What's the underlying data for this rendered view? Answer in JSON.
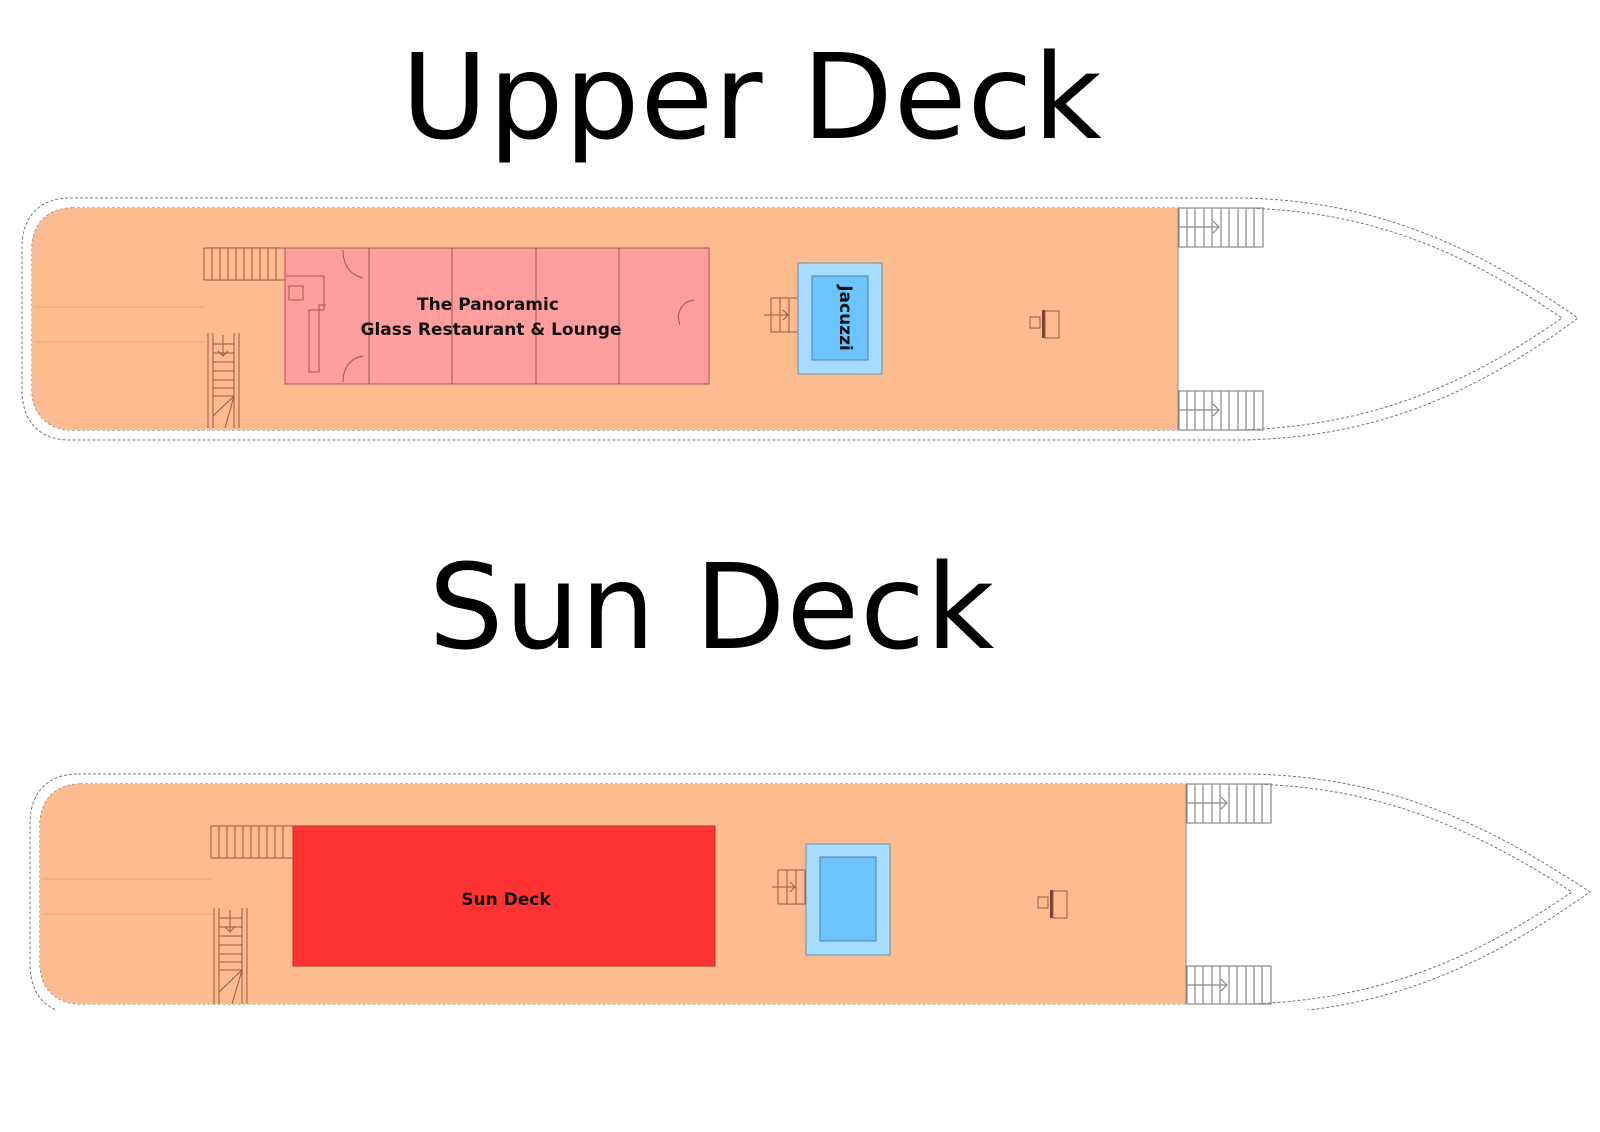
{
  "decks": {
    "upper": {
      "title": "Upper Deck",
      "areas": {
        "restaurant_line1": "The Panoramic",
        "restaurant_line2": "Glass Restaurant & Lounge",
        "jacuzzi": "Jacuzzi"
      }
    },
    "sun": {
      "title": "Sun Deck",
      "areas": {
        "sun_deck": "Sun Deck"
      }
    }
  },
  "colors": {
    "deck_fill": "#fdbb90",
    "restaurant_fill": "#ff9e9e",
    "sun_deck_fill": "#ff3333",
    "jacuzzi_outer": "#a6dcff",
    "jacuzzi_inner": "#6cc4ff",
    "hull_outline": "#777777",
    "fixture_lines": "#9b5a44"
  }
}
